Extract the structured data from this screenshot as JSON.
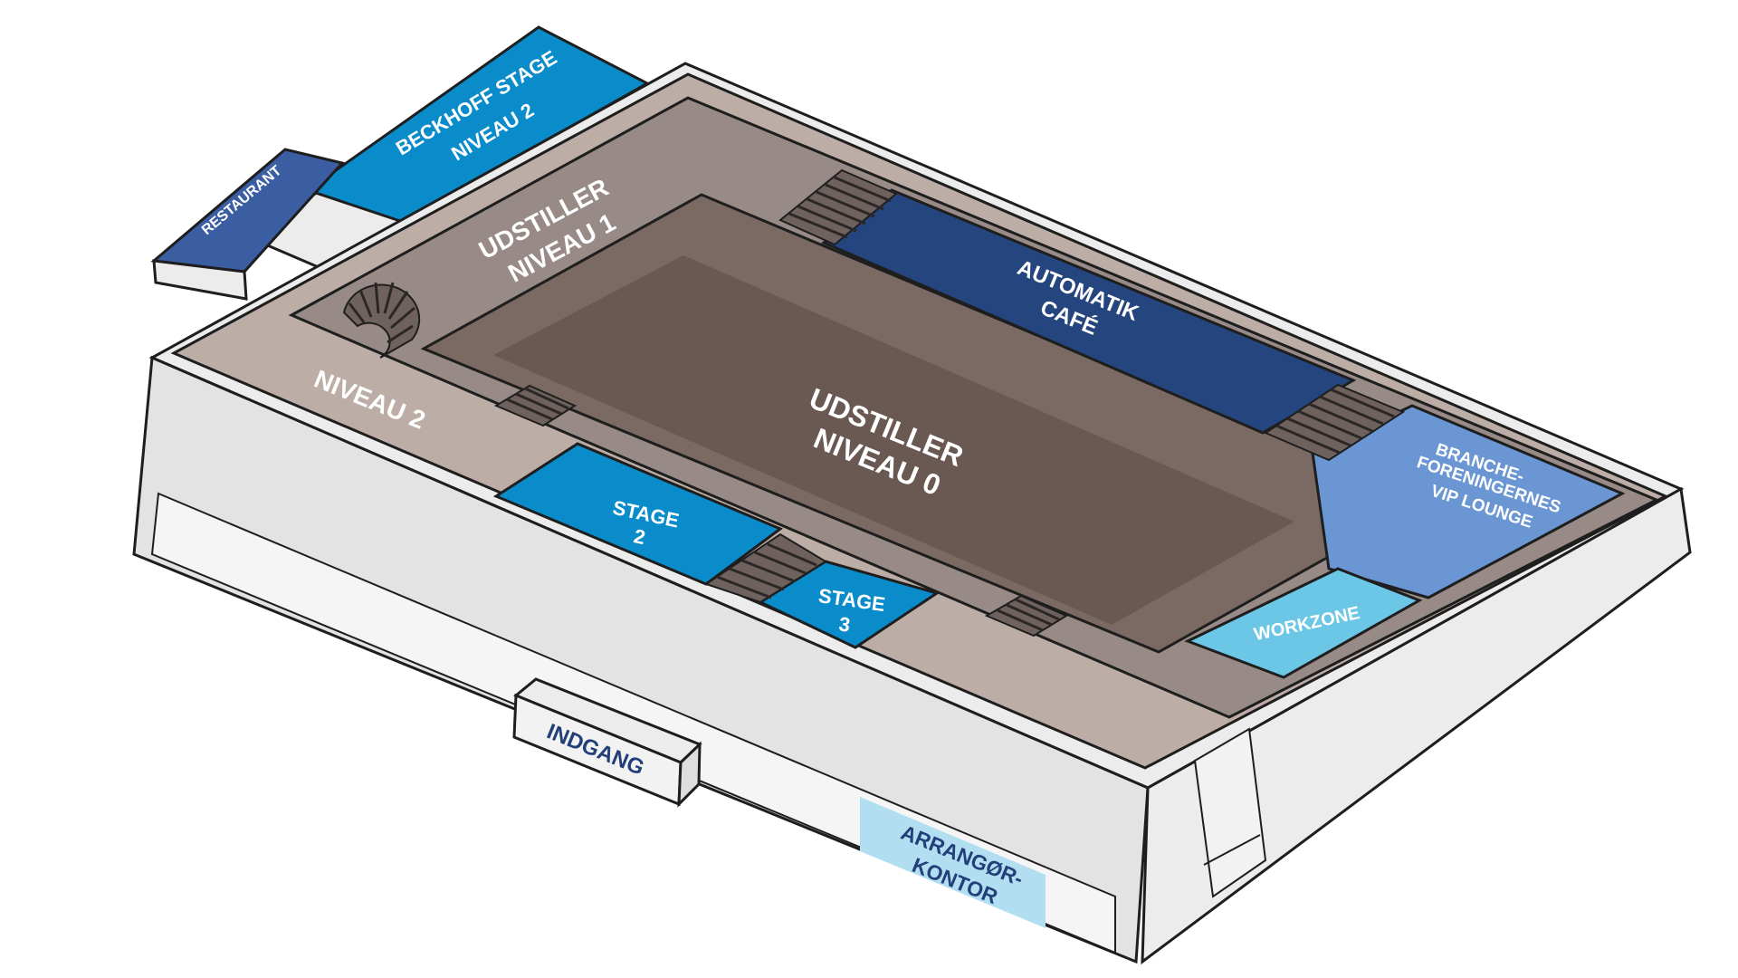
{
  "labels": {
    "beckhoff_line1": "BECKHOFF STAGE",
    "beckhoff_line2": "NIVEAU 2",
    "restaurant": "RESTAURANT",
    "udstiller1_line1": "UDSTILLER",
    "udstiller1_line2": "NIVEAU 1",
    "automatik_line1": "AUTOMATIK",
    "automatik_line2": "CAFÉ",
    "niveau2": "NIVEAU 2",
    "udstiller0_line1": "UDSTILLER",
    "udstiller0_line2": "NIVEAU 0",
    "branche_line1": "BRANCHE-",
    "branche_line2": "FORENINGERNES",
    "branche_line3": "VIP LOUNGE",
    "stage2_line1": "STAGE",
    "stage2_line2": "2",
    "stage3_line1": "STAGE",
    "stage3_line2": "3",
    "workzone": "WORKZONE",
    "indgang": "INDGANG",
    "arrangor_line1": "ARRANGØR-",
    "arrangor_line2": "KONTOR"
  },
  "colors": {
    "wall_light": "#ececec",
    "wall_face": "#e3e3e3",
    "outline": "#1e1e1e",
    "floor_niveau2": "#bcaea6",
    "floor_niveau1": "#988b87",
    "floor_niveau0_outer": "#7b6a63",
    "floor_niveau0_inner": "#6a5952",
    "blue_stage": "#0a8ccb",
    "navy_cafe": "#24457d",
    "lounge_blue": "#6a96d3",
    "workzone_blue": "#6cc6e6",
    "arrangor_blue": "#b2def1",
    "restaurant_blue": "#3b5ea3"
  }
}
